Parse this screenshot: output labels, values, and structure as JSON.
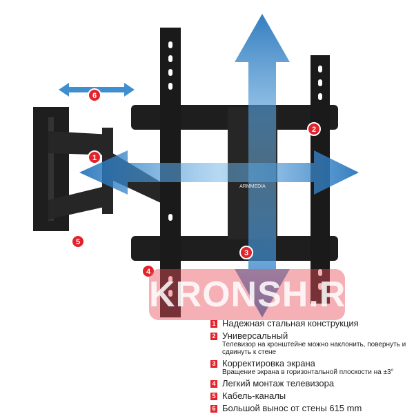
{
  "watermark": "KRONSH.RU",
  "brand_logo": "ARMMEDIA",
  "colors": {
    "badge": "#e3222b",
    "arrow": "#1f7ac4",
    "metal": "#1e1e1e"
  },
  "badges": [
    "1",
    "2",
    "3",
    "4",
    "5",
    "6"
  ],
  "features": [
    {
      "num": "1",
      "title": "Надежная стальная конструкция"
    },
    {
      "num": "2",
      "title": "Универсальный",
      "subtitle": "Телевизор на кронштейне можно наклонить, повернуть и сдвинуть к стене"
    },
    {
      "num": "3",
      "title": "Корректировка экрана",
      "subtitle": "Вращение экрана в горизонтальной плоскости на ±3°"
    },
    {
      "num": "4",
      "title": "Легкий монтаж телевизора"
    },
    {
      "num": "5",
      "title": "Кабель-каналы"
    },
    {
      "num": "6",
      "title": "Большой вынос от стены 615 mm"
    }
  ]
}
